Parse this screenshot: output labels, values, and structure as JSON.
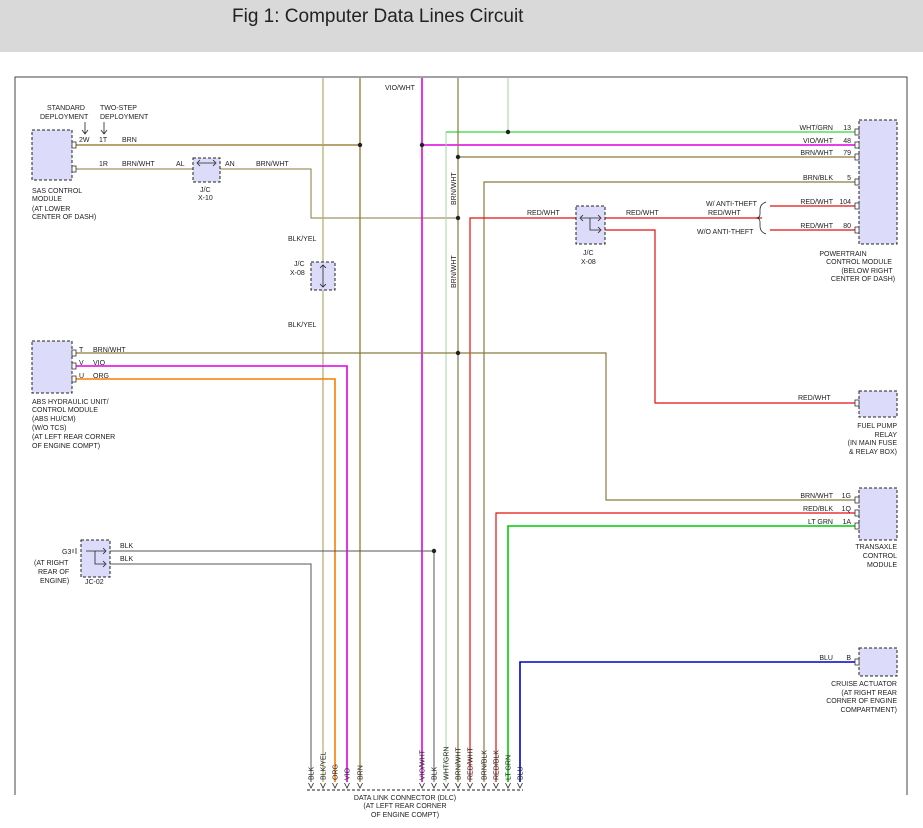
{
  "header": {
    "title": "Fig 1: Computer Data Lines Circuit"
  },
  "colors": {
    "brn": "#8a6d1e",
    "brn_wht": "#8a7a3c",
    "vio": "#e000e0",
    "org": "#f57f00",
    "red": "#e01010",
    "grn": "#00cc00",
    "blu": "#0000cc",
    "blk": "#555555",
    "wht_grn": "#a9d3a3",
    "blk_yel": "#b0ac6c",
    "module": "#dcdcfa"
  },
  "modules": {
    "sas": {
      "lines": [
        "SAS CONTROL",
        "MODULE",
        "(AT LOWER",
        "CENTER OF DASH)"
      ]
    },
    "abs": {
      "lines": [
        "ABS HYDRAULIC UNIT/",
        "CONTROL MODULE",
        "(ABS HU/CM)",
        "(W/O TCS)",
        "(AT LEFT REAR CORNER",
        "OF ENGINE COMPT)"
      ]
    },
    "ground": {
      "lines": [
        "(AT RIGHT",
        "REAR OF",
        "ENGINE)"
      ],
      "pin": "G3",
      "name": "JC-02"
    },
    "pcm": {
      "lines": [
        "POWERTRAIN",
        "CONTROL MODULE",
        "(BELOW RIGHT",
        "CENTER OF DASH)"
      ]
    },
    "fpr": {
      "lines": [
        "FUEL PUMP",
        "RELAY",
        "(IN MAIN FUSE",
        "& RELAY BOX)"
      ]
    },
    "tcm": {
      "lines": [
        "TRANSAXLE",
        "CONTROL",
        "MODULE"
      ]
    },
    "cruise": {
      "lines": [
        "CRUISE ACTUATOR",
        "(AT RIGHT REAR",
        "CORNER OF ENGINE",
        "COMPARTMENT)"
      ]
    },
    "dlc": {
      "lines": [
        "DATA LINK CONNECTOR (DLC)",
        "(AT LEFT REAR CORNER",
        "OF ENGINE COMPT)"
      ]
    }
  },
  "deployment": {
    "standard": [
      "STANDARD",
      "DEPLOYMENT"
    ],
    "two_step": [
      "TWO-STEP",
      "DEPLOYMENT"
    ]
  },
  "junctions": {
    "x10": {
      "label": "J/C",
      "name": "X-10",
      "left_pin": "AL",
      "right_pin": "AN"
    },
    "x08_left": {
      "label": "J/C",
      "name": "X-08"
    },
    "x08_right": {
      "label": "J/C",
      "name": "X-08"
    }
  },
  "labels": {
    "sas_pin_2w": "2W",
    "sas_pin_1t": "1T",
    "sas_pin_1r": "1R",
    "brn": "BRN",
    "brn_wht": "BRN/WHT",
    "brn_wht_x10": "BRN/WHT",
    "blk_yel_top": "BLK/YEL",
    "blk_yel_bottom": "BLK/YEL",
    "vio_wht_top": "VIO/WHT",
    "brn_wht_vertical_1": "BRN/WHT",
    "brn_wht_vertical_2": "BRN/WHT",
    "red_wht_left": "RED/WHT",
    "red_wht_right": "RED/WHT",
    "w_anti_theft": "W/ ANTI-THEFT",
    "wo_anti_theft": "W/O ANTI-THEFT",
    "red_wht_mid": "RED/WHT",
    "abs_pin_t": "T",
    "abs_pin_v": "V",
    "abs_pin_u": "U",
    "abs_brn_wht": "BRN/WHT",
    "abs_vio": "VIO",
    "abs_org": "ORG",
    "fpr_red_wht": "RED/WHT",
    "blk_1": "BLK",
    "blk_2": "BLK"
  },
  "pcm_pins": [
    {
      "wire": "WHT/GRN",
      "pin": "13"
    },
    {
      "wire": "VIO/WHT",
      "pin": "48"
    },
    {
      "wire": "BRN/WHT",
      "pin": "79"
    },
    {
      "wire": "BRN/BLK",
      "pin": "5"
    },
    {
      "wire": "RED/WHT",
      "pin": "104"
    },
    {
      "wire": "RED/WHT",
      "pin": "80"
    }
  ],
  "tcm_pins": [
    {
      "wire": "BRN/WHT",
      "pin": "1G"
    },
    {
      "wire": "RED/BLK",
      "pin": "1Q"
    },
    {
      "wire": "LT GRN",
      "pin": "1A"
    }
  ],
  "cruise_pins": [
    {
      "wire": "BLU",
      "pin": "B"
    }
  ],
  "dlc_pins": [
    "BLK",
    "BLK/YEL",
    "ORG",
    "VIO",
    "BRN",
    "VIO/WHT",
    "BLK",
    "WHT/GRN",
    "BRN/WHT",
    "RED/WHT",
    "BRN/BLK",
    "RED/BLK",
    "LT GRN",
    "BLU"
  ]
}
